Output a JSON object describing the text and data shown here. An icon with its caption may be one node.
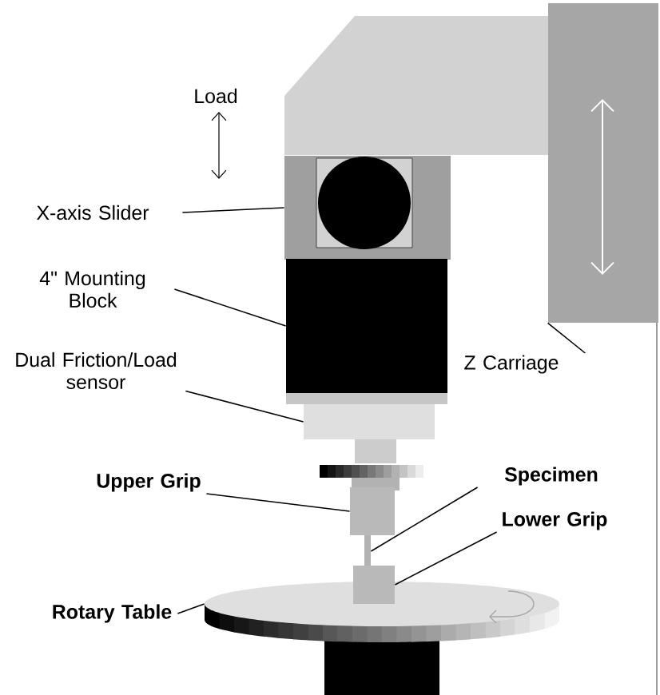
{
  "diagram": {
    "nodes": [
      {
        "text": [
          "X-axis Slider"
        ]
      },
      {
        "text": [],
        "shape": "box"
      },
      {
        "text": [
          "4\" Mounting Block"
        ]
      },
      {
        "text": [],
        "shape": "box"
      },
      {
        "text": [
          "Dual Friction/Load sensor"
        ]
      },
      {
        "text": [],
        "shape": "box"
      },
      {
        "text": [
          "Z Carriage"
        ]
      },
      {
        "text": [],
        "shape": "box"
      },
      {
        "text": [
          "Upper Grip"
        ]
      },
      {
        "text": [],
        "shape": "box"
      },
      {
        "text": [
          "Specimen"
        ]
      },
      {
        "text": [],
        "shape": "bar"
      },
      {
        "text": [
          "Lower Grip"
        ]
      },
      {
        "text": [],
        "shape": "box"
      },
      {
        "text": [
          "Rotary Table"
        ]
      },
      {
        "text": [],
        "shape": "cylinder"
      }
    ],
    "edges": [
      {
        "from": 0,
        "to": 1,
        "arrow": "none"
      },
      {
        "from": 2,
        "to": 3,
        "arrow": "none"
      },
      {
        "from": 4,
        "to": 5,
        "arrow": "none"
      },
      {
        "from": 6,
        "to": 7,
        "arrow": "none"
      },
      {
        "from": 8,
        "to": 9,
        "arrow": "none"
      },
      {
        "from": 10,
        "to": 11,
        "arrow": "none"
      },
      {
        "from": 12,
        "to": 13,
        "arrow": "none"
      },
      {
        "from": 14,
        "to": 15,
        "arrow": "none"
      }
    ],
    "labels": [
      "Load"
    ]
  }
}
